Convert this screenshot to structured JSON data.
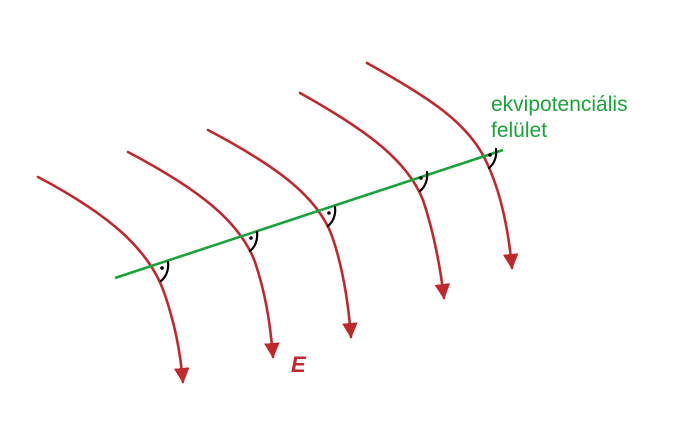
{
  "labels": {
    "surface_line1": "ekvipotenciális",
    "surface_line2": "felület",
    "field": "E"
  },
  "colors": {
    "field_line": "#c0282d",
    "surface": "#1aa33a",
    "text_field": "#c0282d",
    "text_surface": "#1aa33a",
    "angle_mark": "#000000"
  },
  "field_line_count": 5
}
